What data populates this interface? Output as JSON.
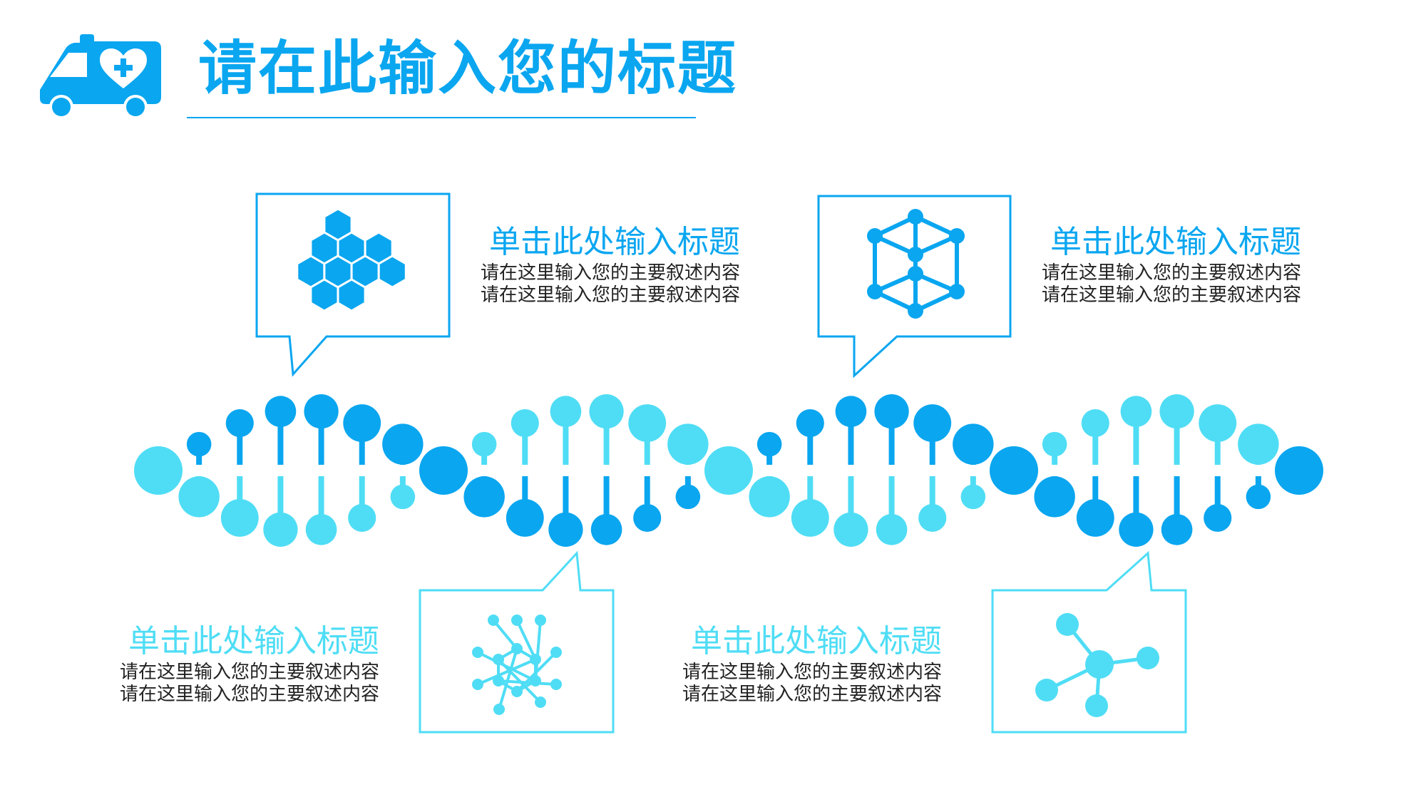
{
  "header": {
    "title": "请在此输入您的标题"
  },
  "icons": {
    "header": "ambulance-icon",
    "card1": "hexagon-cluster-icon",
    "card2": "cube-network-icon",
    "card3": "molecule-ring-icon",
    "card4": "molecule-node-icon"
  },
  "cards": [
    {
      "title": "单击此处输入标题",
      "lines": [
        "请在这里输入您的主要叙述内容",
        "请在这里输入您的主要叙述内容"
      ]
    },
    {
      "title": "单击此处输入标题",
      "lines": [
        "请在这里输入您的主要叙述内容",
        "请在这里输入您的主要叙述内容"
      ]
    },
    {
      "title": "单击此处输入标题",
      "lines": [
        "请在这里输入您的主要叙述内容",
        "请在这里输入您的主要叙述内容"
      ]
    },
    {
      "title": "单击此处输入标题",
      "lines": [
        "请在这里输入您的主要叙述内容",
        "请在这里输入您的主要叙述内容"
      ]
    }
  ],
  "colors": {
    "primary": "#0AA6F0",
    "secondary": "#4FDDF5",
    "dark_text": "#222222"
  }
}
